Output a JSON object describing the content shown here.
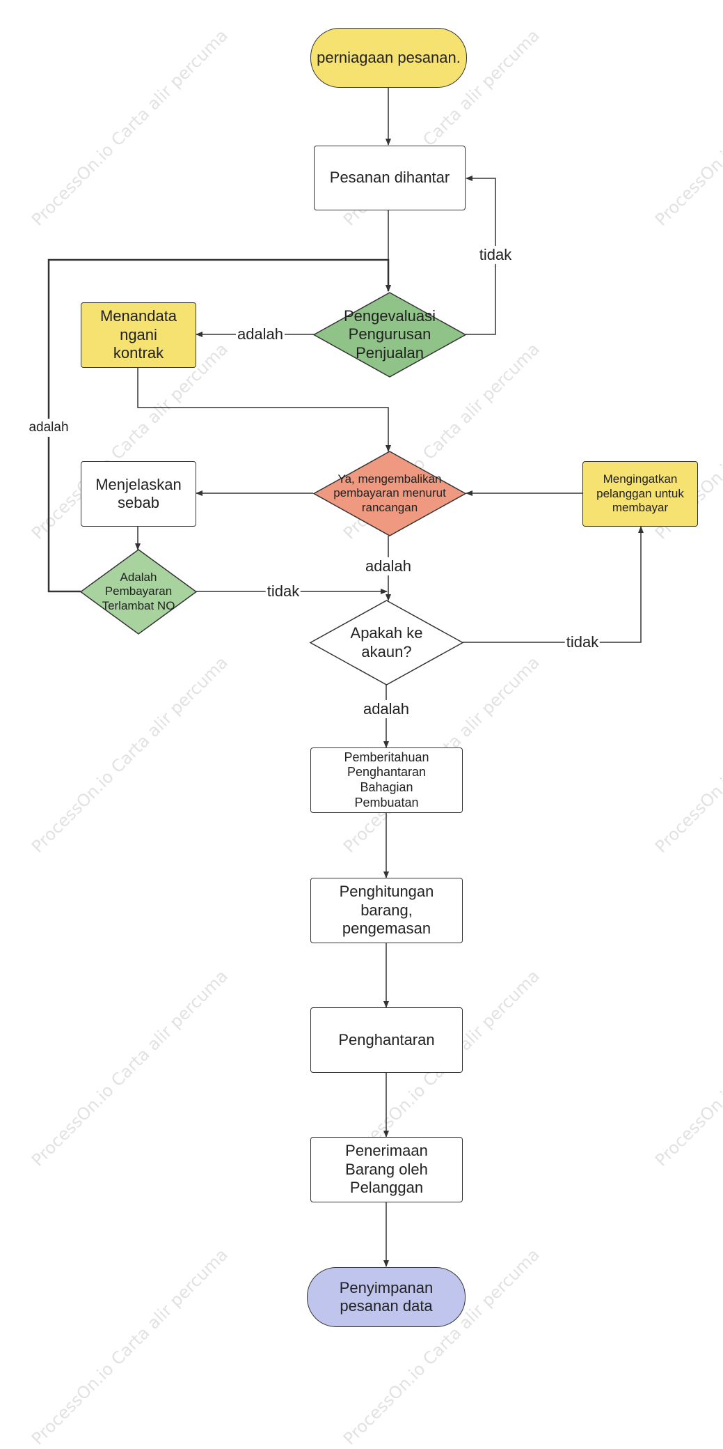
{
  "watermark": "ProcessOn.io Carta alir percuma",
  "nodes": {
    "start": "perniagaan pesanan.",
    "order_delivered": "Pesanan dihantar",
    "sales_eval": "Pengevaluasi Pengurusan Penjualan",
    "sign_contract": "Menandata ngani kontrak",
    "refund_decision": "Ya, mengembalikan pembayaran menurut rancangan",
    "remind_customer": "Mengingatkan pelanggan untuk membayar",
    "explain_reason": "Menjelaskan sebab",
    "late_payment": "Adalah Pembayaran Terlambat NO",
    "to_account": "Apakah ke akaun?",
    "notify_production": "Pemberitahuan Penghantaran Bahagian Pembuatan",
    "count_pack": "Penghitungan barang, pengemasan",
    "shipping": "Penghantaran",
    "receive_goods": "Penerimaan Barang oleh Pelanggan",
    "store_data": "Penyimpanan pesanan data"
  },
  "edges": {
    "eval_no": "tidak",
    "eval_yes": "adalah",
    "late_yes": "adalah",
    "refund_yes": "adalah",
    "late_no": "tidak",
    "account_no": "tidak",
    "account_yes": "adalah"
  },
  "colors": {
    "terminal_start": "#f6e271",
    "terminal_end": "#bfc5ec",
    "decision_green": "#8fc387",
    "decision_green_light": "#a8d39e",
    "decision_red": "#ef9a80",
    "process_yellow": "#f6e271",
    "line": "#333333"
  }
}
